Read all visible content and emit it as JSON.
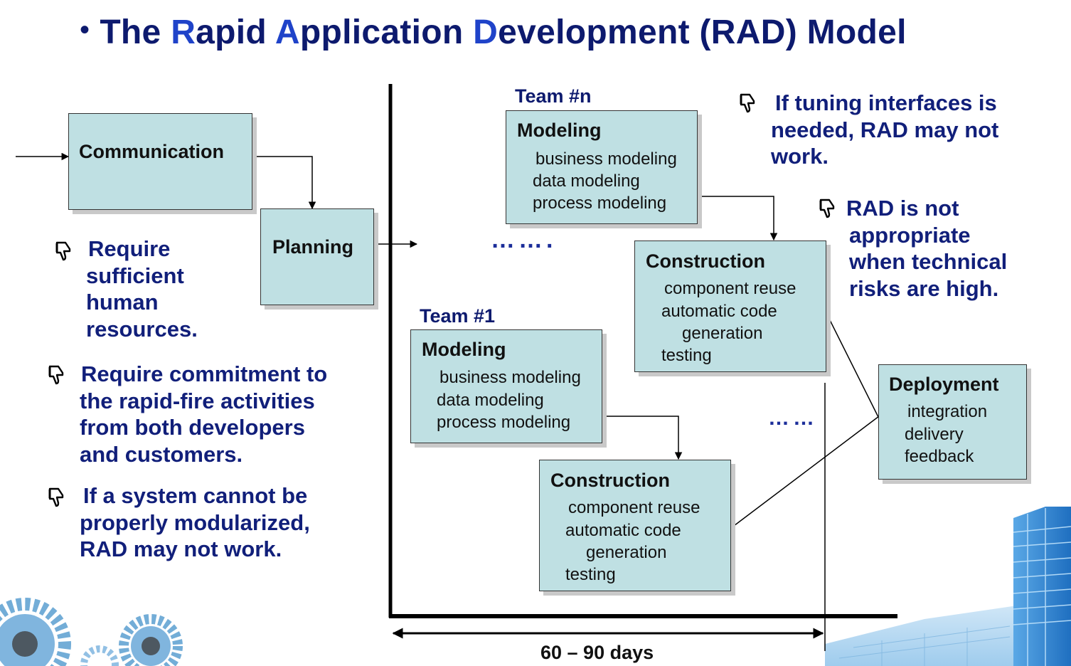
{
  "title": {
    "bullet": "•",
    "parts": [
      "The ",
      "R",
      "apid ",
      "A",
      "pplication ",
      "D",
      "evelopment (RAD) Model"
    ]
  },
  "flow": {
    "communication": "Communication",
    "planning": "Planning"
  },
  "team_n": {
    "label": "Team #n",
    "modeling": {
      "title": "Modeling",
      "items": [
        "business modeling",
        "data modeling",
        "process modeling"
      ]
    },
    "construction": {
      "title": "Construction",
      "items": [
        "component reuse",
        "automatic code",
        "generation",
        "testing"
      ]
    }
  },
  "team_1": {
    "label": "Team #1",
    "modeling": {
      "title": "Modeling",
      "items": [
        "business modeling",
        "data modeling",
        "process modeling"
      ]
    },
    "construction": {
      "title": "Construction",
      "items": [
        "component reuse",
        "automatic code",
        "generation",
        "testing"
      ]
    }
  },
  "deployment": {
    "title": "Deployment",
    "items": [
      "integration",
      "delivery",
      "feedback"
    ]
  },
  "ellipsis_top": "…….",
  "ellipsis_bottom": "……",
  "duration": "60 – 90 days",
  "notes_left": [
    {
      "lines": [
        "Require",
        "sufficient",
        "human",
        "resources."
      ]
    },
    {
      "lines": [
        "Require commitment to",
        "the rapid-fire activities",
        "from both developers",
        "and customers."
      ]
    },
    {
      "lines": [
        "If a system cannot be",
        "properly modularized,",
        "RAD may not work."
      ]
    }
  ],
  "notes_right": [
    {
      "lines": [
        "If tuning interfaces is",
        "needed, RAD may not",
        "work."
      ]
    },
    {
      "lines": [
        "RAD is not",
        "appropriate",
        "when technical",
        "risks are high."
      ]
    }
  ],
  "colors": {
    "box_fill": "#bfe0e3",
    "note_text": "#111f7a",
    "title_text": "#0d1a6e",
    "title_highlight": "#1f43c9"
  }
}
